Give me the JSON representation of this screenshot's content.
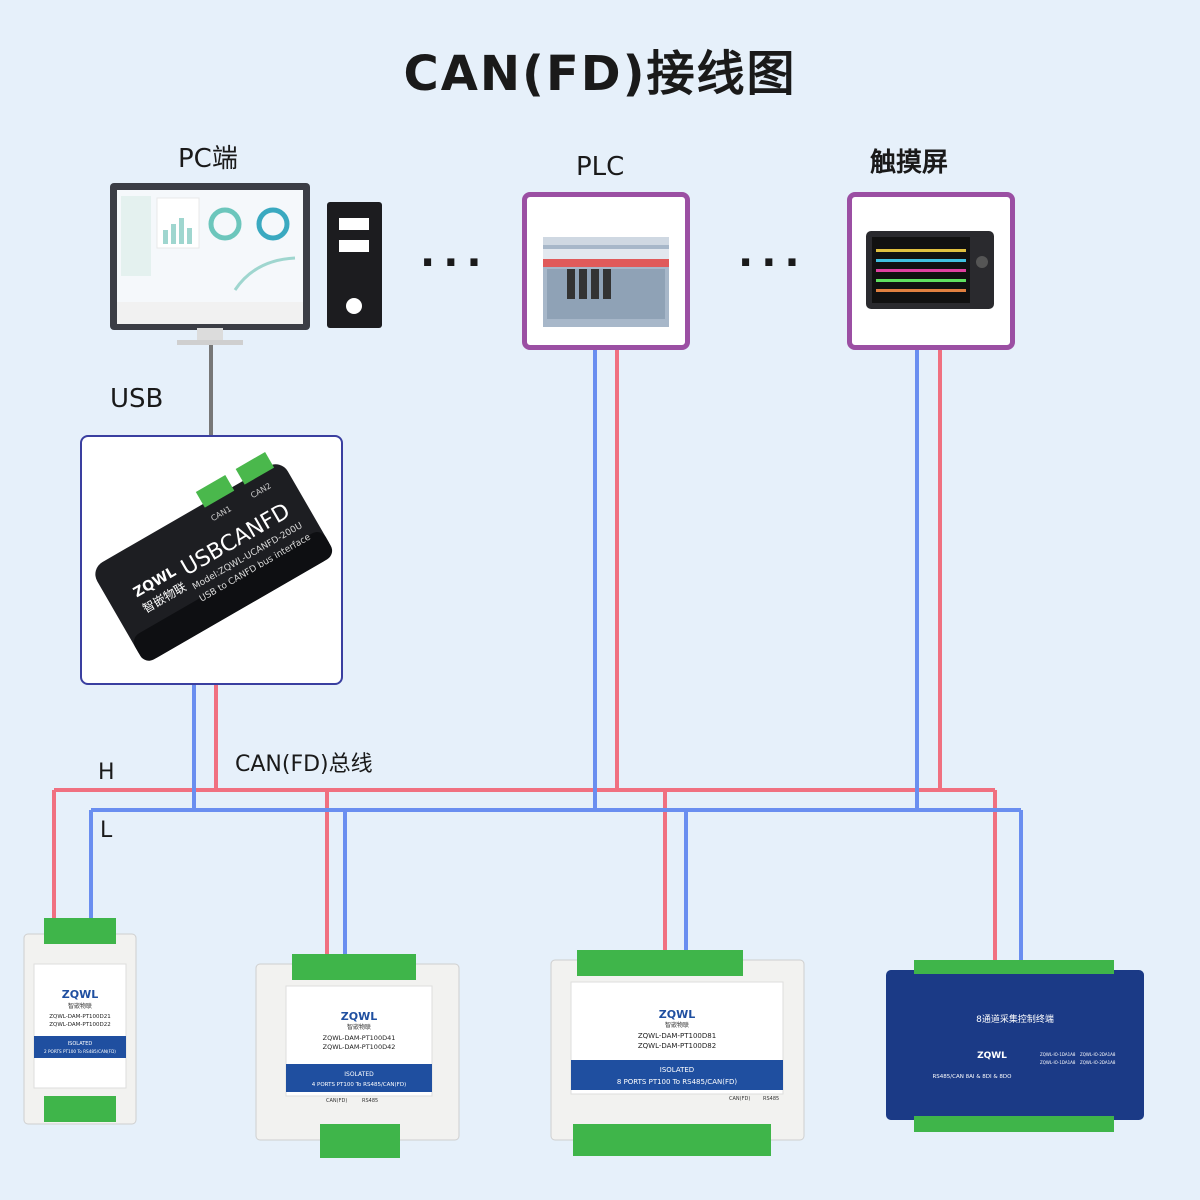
{
  "title": "CAN(FD)接线图",
  "labels": {
    "pc": "PC端",
    "plc": "PLC",
    "touchscreen": "触摸屏",
    "usb": "USB",
    "bus": "CAN(FD)总线",
    "h": "H",
    "l": "L",
    "ellipsis_1": "···",
    "ellipsis_2": "···"
  },
  "usbcan_device": {
    "brand": "ZQWL",
    "brand_cn": "智嵌物联",
    "name": "USBCANFD",
    "model": "Model:ZQWL-UCANFD-200U",
    "desc": "USB to CANFD bus interface",
    "port1": "CAN1",
    "port2": "CAN2"
  },
  "modules": [
    {
      "brand": "ZQWL",
      "brand_cn": "智嵌物联",
      "model_a": "ZQWL-DAM-PT100D21",
      "model_b": "ZQWL-DAM-PT100D22",
      "desc_1": "ISOLATED",
      "desc_2": "2 PORTS PT100 To RS485/CAN(FD)"
    },
    {
      "brand": "ZQWL",
      "brand_cn": "智嵌物联",
      "model_a": "ZQWL-DAM-PT100D41",
      "model_b": "ZQWL-DAM-PT100D42",
      "desc_1": "ISOLATED",
      "desc_2": "4 PORTS PT100 To RS485/CAN(FD)",
      "port_a": "CAN(FD)",
      "port_b": "RS485"
    },
    {
      "brand": "ZQWL",
      "brand_cn": "智嵌物联",
      "model_a": "ZQWL-DAM-PT100D81",
      "model_b": "ZQWL-DAM-PT100D82",
      "desc_1": "ISOLATED",
      "desc_2": "8 PORTS PT100 To RS485/CAN(FD)",
      "port_a": "CAN(FD)",
      "port_b": "RS485"
    },
    {
      "brand": "ZQWL",
      "title_cn": "8通道采集控制终端",
      "model_a": "ZQWL-IO-1DA1A8",
      "model_b": "ZQWL-IO-2DA1A8",
      "model_c": "ZQWL-IO-1DA1A8",
      "model_d": "ZQWL-IO-2DA1A8",
      "desc": "RS485/CAN 8AI & 8DI & 8DO"
    }
  ],
  "colors": {
    "background": "#e6f0fa",
    "can_h": "#f07080",
    "can_l": "#6a8ef0",
    "frame_purple": "#9b4fa3",
    "frame_blue": "#3a3fa0",
    "usb_cable": "#777777"
  }
}
